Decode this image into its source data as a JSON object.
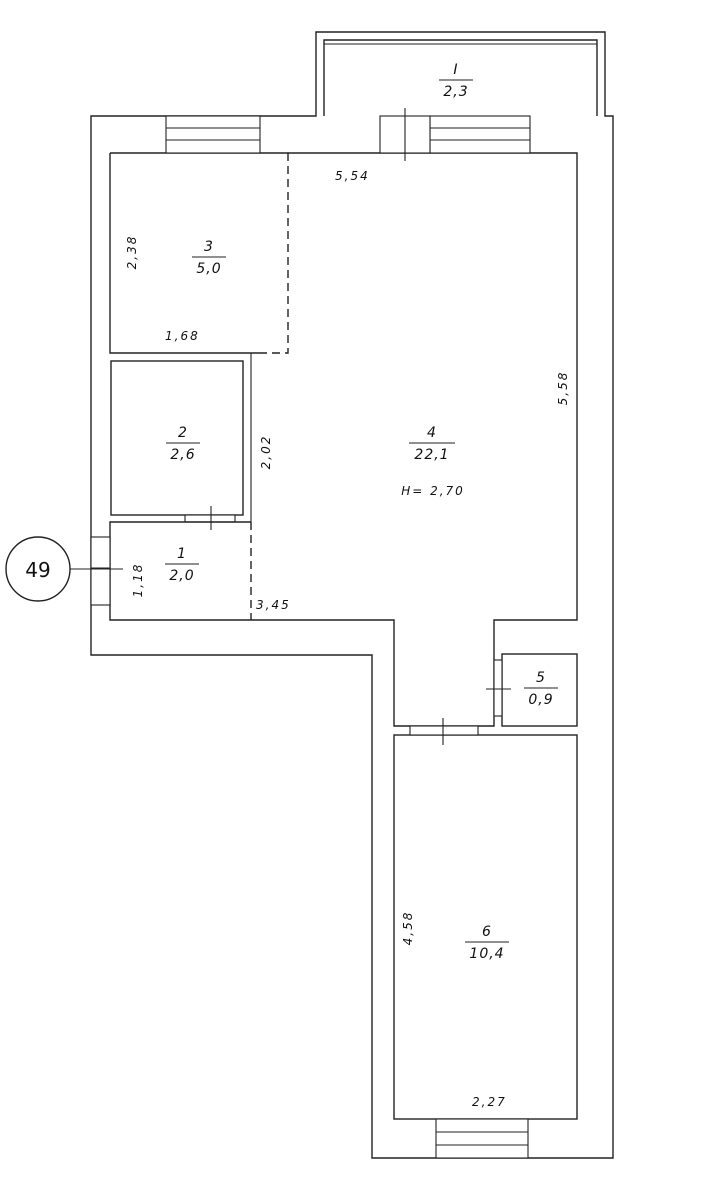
{
  "apartment": {
    "number": "49"
  },
  "rooms": [
    {
      "index": "1",
      "area": "2,0"
    },
    {
      "index": "2",
      "area": "2,6"
    },
    {
      "index": "3",
      "area": "5,0"
    },
    {
      "index": "4",
      "area": "22,1",
      "ceiling_height": "H= 2,70"
    },
    {
      "index": "5",
      "area": "0,9"
    },
    {
      "index": "6",
      "area": "10,4"
    },
    {
      "index": "I",
      "area": "2,3"
    }
  ],
  "dimensions": {
    "d_554": "5,54",
    "d_238": "2,38",
    "d_168": "1,68",
    "d_558": "5,58",
    "d_202": "2,02",
    "d_118": "1,18",
    "d_345": "3,45",
    "d_458": "4,58",
    "d_227": "2,27"
  }
}
